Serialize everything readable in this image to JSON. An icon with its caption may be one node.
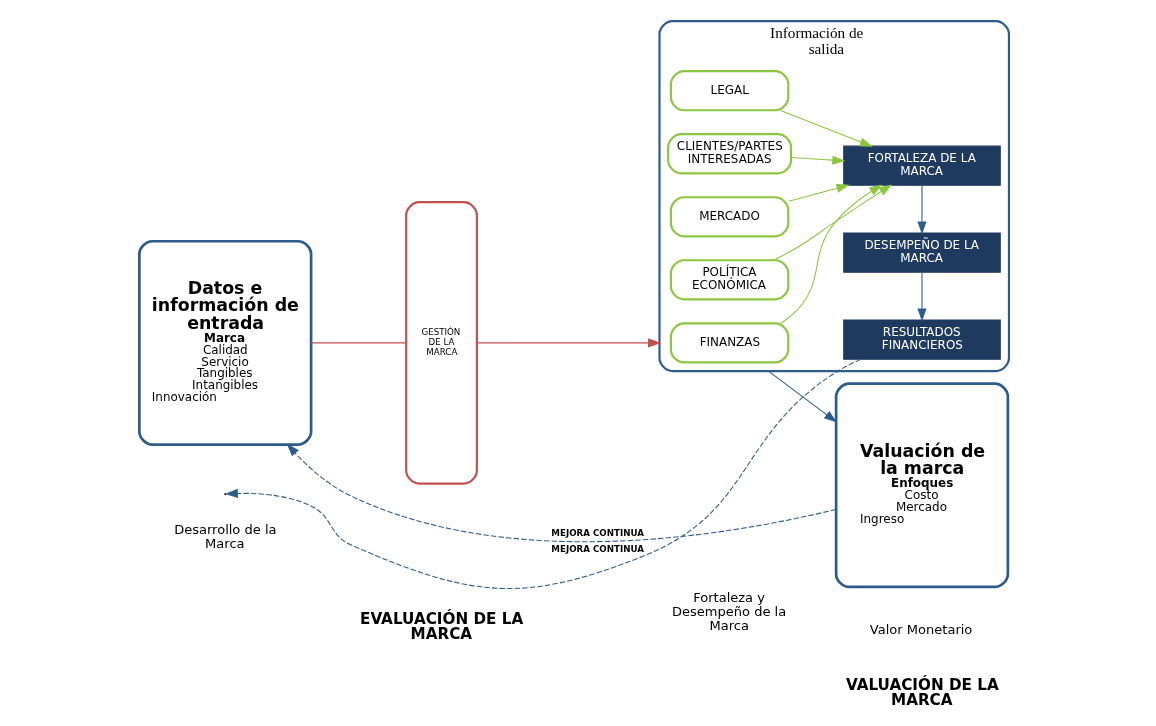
{
  "diagram": {
    "nodes": [
      {
        "text": [
          "Datos e información de entrada",
          "Marca",
          "Calidad Servicio Tangibles Intangibles Innovación"
        ]
      },
      {
        "text": [
          "GESTIÓN DE LA MARCA"
        ]
      },
      {
        "text": [
          "Información de salida"
        ]
      },
      {
        "text": [
          "LEGAL"
        ],
        "in": 2
      },
      {
        "text": [
          "CLIENTES/PARTES INTERESADAS"
        ],
        "in": 2
      },
      {
        "text": [
          "MERCADO"
        ],
        "in": 2
      },
      {
        "text": [
          "POLÍTICA ECONÓMICA"
        ],
        "in": 2
      },
      {
        "text": [
          "FINANZAS"
        ],
        "in": 2
      },
      {
        "text": [
          "FORTALEZA DE LA MARCA"
        ],
        "in": 2
      },
      {
        "text": [
          "DESEMPEÑO DE LA MARCA"
        ],
        "in": 2
      },
      {
        "text": [
          "RESULTADOS FINANCIEROS"
        ],
        "in": 2
      },
      {
        "text": [
          "Valuación de la marca",
          "Enfoques",
          "Costo Mercado Ingreso"
        ]
      }
    ],
    "edges": [
      {
        "from": 0,
        "to": 1,
        "arrow": "none",
        "color": "#c0504d"
      },
      {
        "from": 1,
        "to": 2,
        "arrow": "to",
        "color": "#c0504d"
      },
      {
        "from": 3,
        "to": 8,
        "arrow": "to",
        "color": "#8cc63f"
      },
      {
        "from": 4,
        "to": 8,
        "arrow": "to",
        "color": "#8cc63f"
      },
      {
        "from": 5,
        "to": 8,
        "arrow": "to",
        "color": "#8cc63f"
      },
      {
        "from": 6,
        "to": 8,
        "arrow": "to",
        "color": "#8cc63f"
      },
      {
        "from": 7,
        "to": 8,
        "arrow": "to",
        "color": "#8cc63f"
      },
      {
        "from": 8,
        "to": 9,
        "arrow": "to",
        "color": "#2e5c8a"
      },
      {
        "from": 9,
        "to": 10,
        "arrow": "to",
        "color": "#2e5c8a"
      },
      {
        "from": 2,
        "to": 11,
        "arrow": "to",
        "color": "#2e5c8a"
      },
      {
        "from": 10,
        "to": null,
        "arrow": "to",
        "style": "dashed",
        "label": "MEJORA CONTINUA",
        "color": "#2e5c8a"
      },
      {
        "from": 11,
        "to": 0,
        "arrow": "to",
        "style": "dashed",
        "label": "MEJORA CONTINUA",
        "color": "#2e5c8a"
      }
    ],
    "labels": [
      "EVALUACIÓN DE LA MARCA",
      "VALUACIÓN DE LA MARCA",
      "Desarrollo de la Marca",
      "Fortaleza y Desempeño de la Marca",
      "Valor Monetario"
    ]
  }
}
